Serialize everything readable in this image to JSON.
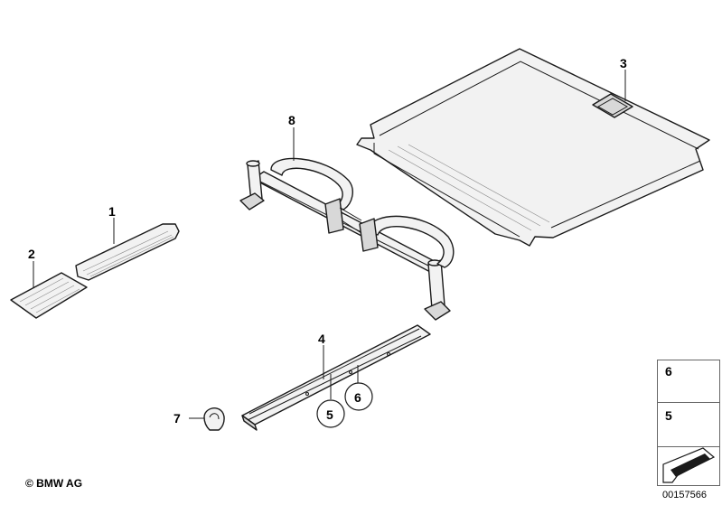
{
  "callouts": {
    "c1": "1",
    "c2": "2",
    "c3": "3",
    "c4": "4",
    "c5": "5",
    "c6": "6",
    "c7": "7",
    "c8": "8"
  },
  "legend": {
    "item_top_label": "6",
    "item_bottom_label": "5"
  },
  "footer": {
    "copyright": "© BMW AG",
    "document_number": "00157566"
  }
}
